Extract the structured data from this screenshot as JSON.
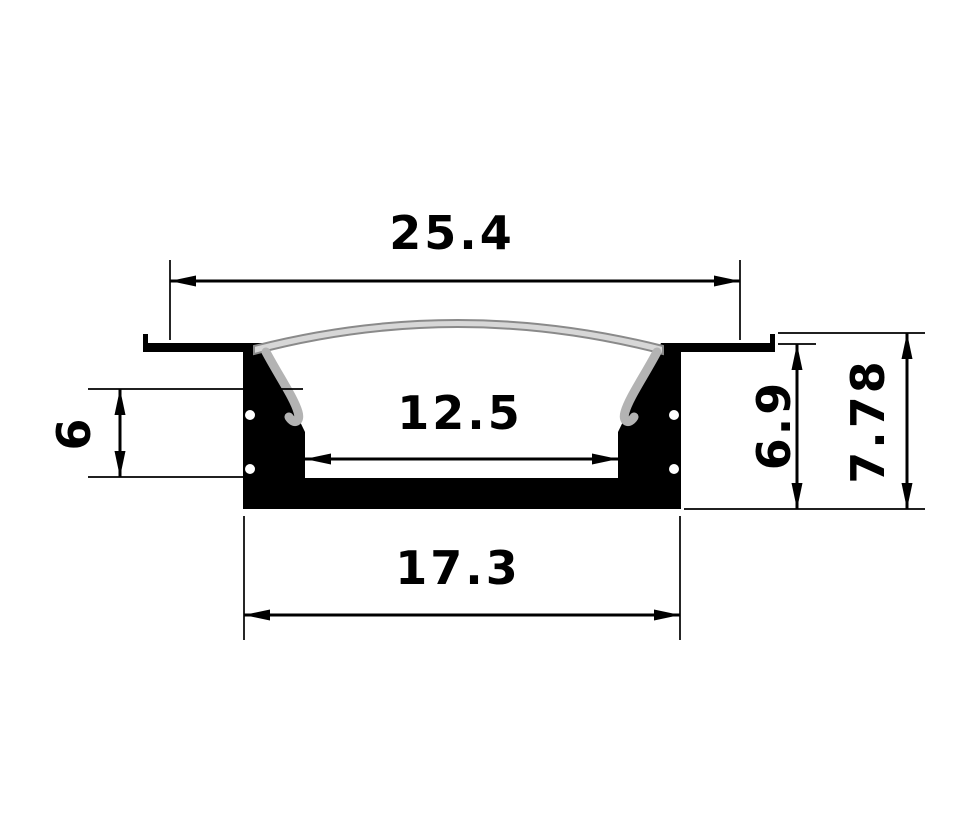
{
  "drawing": {
    "colors": {
      "background": "#ffffff",
      "body": "#000000",
      "diffuser_fill": "#d7d7d7",
      "diffuser_edge": "#8a8a8a",
      "dimension": "#000000"
    },
    "dimensions": {
      "top_width": "25.4",
      "inner_width": "12.5",
      "bottom_width": "17.3",
      "inner_depth": "6",
      "side_height": "6.9",
      "total_height": "7.78"
    }
  }
}
